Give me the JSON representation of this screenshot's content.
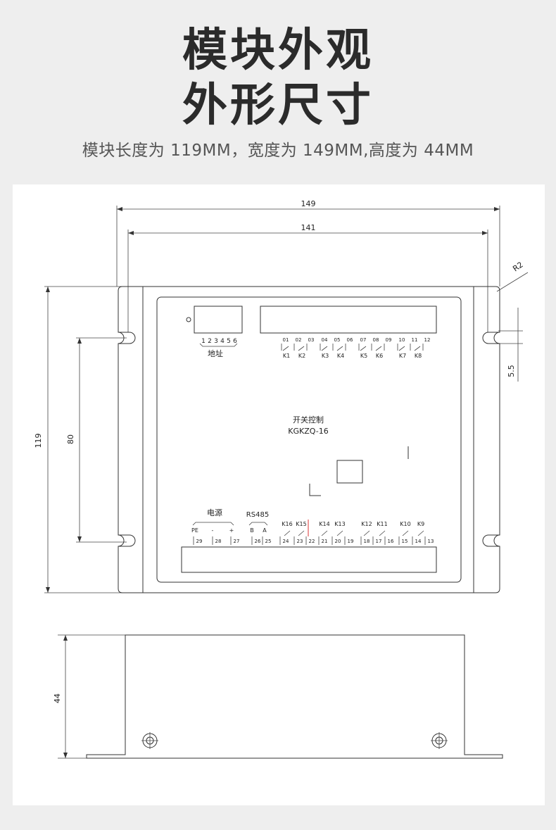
{
  "header": {
    "title_line1": "模块外观",
    "title_line2": "外形尺寸",
    "subtitle": "模块长度为 119MM，宽度为 149MM,高度为 44MM"
  },
  "drawing": {
    "dim_total_width": "149",
    "dim_inner_width": "141",
    "dim_radius": "R2",
    "dim_height": "119",
    "dim_hole_spacing": "80",
    "dim_slot": "5.5",
    "dim_depth": "44",
    "address_label": "地址",
    "address_digits": [
      "1",
      "2",
      "3",
      "4",
      "5",
      "6"
    ],
    "top_terminals": [
      "01",
      "02",
      "03",
      "04",
      "05",
      "06",
      "07",
      "08",
      "09",
      "10",
      "11",
      "12"
    ],
    "top_relays": [
      "K1",
      "K2",
      "K3",
      "K4",
      "K5",
      "K6",
      "K7",
      "K8"
    ],
    "center_label_1": "开关控制",
    "center_label_2": "KGKZQ-16",
    "power_label": "电源",
    "power_pins": [
      "PE",
      "-",
      "+"
    ],
    "rs485_label": "RS485",
    "rs485_pins": [
      "B",
      "A"
    ],
    "bottom_relays": [
      "K16",
      "K15",
      "K14",
      "K13",
      "K12",
      "K11",
      "K10",
      "K9"
    ],
    "bottom_terminals": [
      "29",
      "28",
      "27",
      "26",
      "25",
      "24",
      "23",
      "22",
      "21",
      "20",
      "19",
      "18",
      "17",
      "16",
      "15",
      "14",
      "13"
    ]
  }
}
